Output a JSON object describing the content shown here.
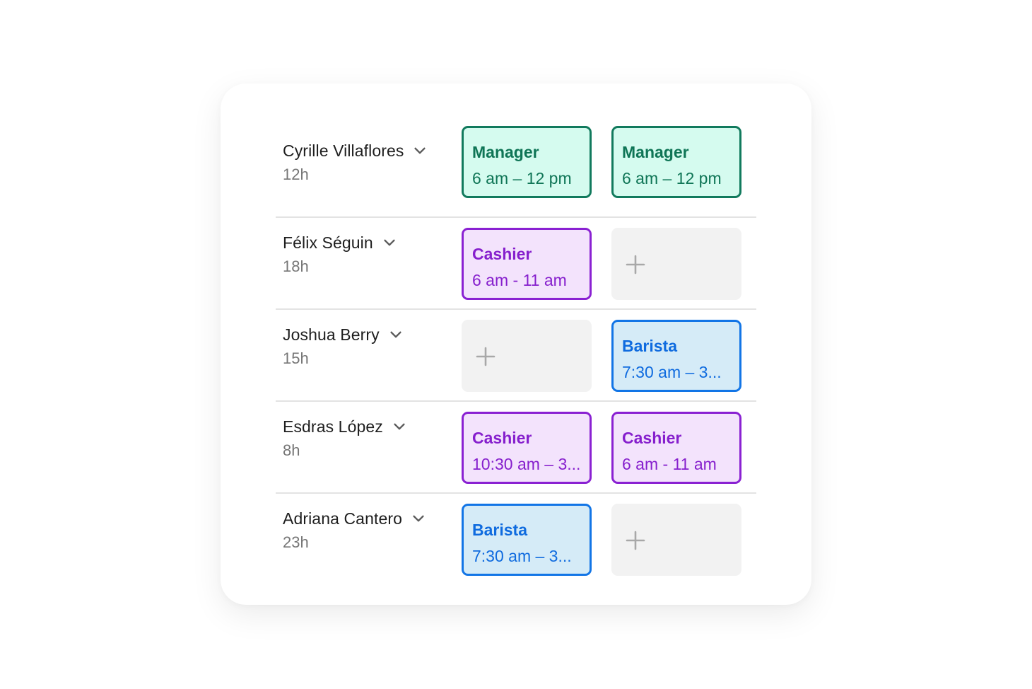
{
  "schedule": {
    "rows": [
      {
        "name": "Cyrille Villaflores",
        "hours": "12h",
        "shifts": [
          {
            "role": "Manager",
            "time": "6 am – 12 pm"
          },
          {
            "role": "Manager",
            "time": "6 am – 12 pm"
          }
        ]
      },
      {
        "name": "Félix Séguin",
        "hours": "18h",
        "shifts": [
          {
            "role": "Cashier",
            "time": "6 am - 11 am"
          },
          {
            "empty": true
          }
        ]
      },
      {
        "name": "Joshua Berry",
        "hours": "15h",
        "shifts": [
          {
            "empty": true
          },
          {
            "role": "Barista",
            "time": "7:30 am – 3..."
          }
        ]
      },
      {
        "name": "Esdras López",
        "hours": "8h",
        "shifts": [
          {
            "role": "Cashier",
            "time": "10:30 am – 3..."
          },
          {
            "role": "Cashier",
            "time": "6 am - 11 am"
          }
        ]
      },
      {
        "name": "Adriana Cantero",
        "hours": "23h",
        "shifts": [
          {
            "role": "Barista",
            "time": "7:30 am – 3..."
          },
          {
            "empty": true
          }
        ]
      }
    ]
  },
  "icons": {
    "expand": "chevron-down-icon",
    "add_shift": "plus-icon"
  },
  "colors": {
    "manager_bg": "#d5fbef",
    "manager_border": "#117a5d",
    "cashier_bg": "#f3e3fc",
    "cashier_border": "#8a21d2",
    "barista_bg": "#d5ebf7",
    "barista_border": "#1275e6",
    "empty_bg": "#f2f2f2"
  }
}
